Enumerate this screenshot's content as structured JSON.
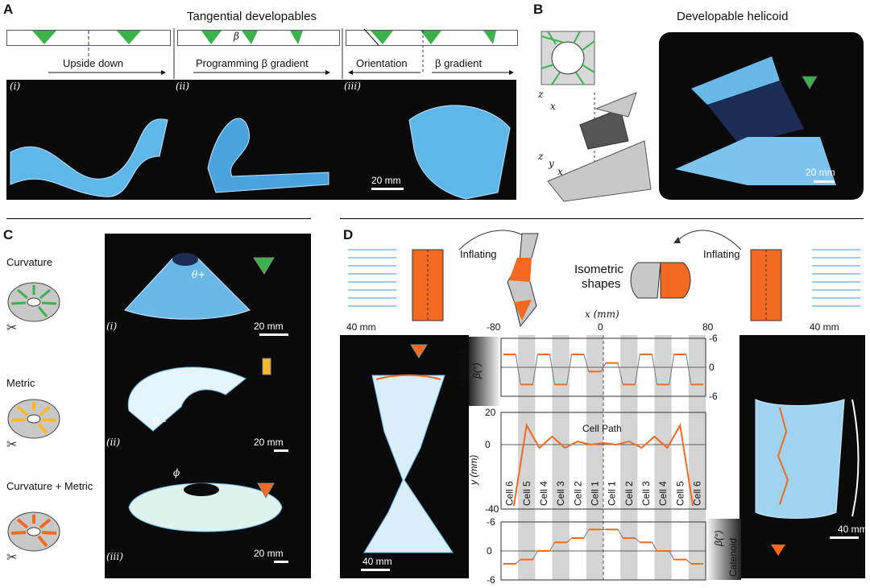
{
  "panelA": {
    "letter": "A",
    "title": "Tangential developables",
    "sub_i": "(i)",
    "sub_ii": "(ii)",
    "sub_iii": "(iii)",
    "arrow_1": "Upside down",
    "arrow_2": "Programming β gradient",
    "arrow_3a": "Orientation",
    "arrow_3b": "β gradient",
    "beta_symbol": "β",
    "scale": "20 mm"
  },
  "panelB": {
    "letter": "B",
    "title": "Developable helicoid",
    "axis_z": "z",
    "axis_x": "x",
    "axis_y": "y",
    "scale": "20 mm"
  },
  "panelC": {
    "letter": "C",
    "row1": "Curvature",
    "row2": "Metric",
    "row3": "Curvature + Metric",
    "sub_i": "(i)",
    "sub_ii": "(ii)",
    "sub_iii": "(iii)",
    "theta_plus": "θ+",
    "theta_minus": "θ−",
    "phi": "ϕ",
    "scale1": "20 mm",
    "scale2": "20 mm",
    "scale3": "20 mm"
  },
  "panelD": {
    "letter": "D",
    "inflating_left": "Inflating",
    "inflating_right": "Inflating",
    "iso_line1": "Isometric",
    "iso_line2": "shapes",
    "axis_x_label": "x (mm)",
    "x_ticks": [
      "-80",
      "0",
      "80"
    ],
    "scale_top_left": "40 mm",
    "scale_top_right": "40 mm",
    "scale_photo_left": "40 mm",
    "scale_photo_right": "40 mm",
    "side_helicoid": "Helicoid",
    "side_catenoid": "Catenoid",
    "beta_label": "β(°)",
    "top_y_ticks": [
      "-6",
      "0",
      "-6"
    ],
    "bot_y_ticks": [
      "-6",
      "0",
      "-6"
    ],
    "mid_y_label": "y (mm)",
    "mid_y_ticks": [
      "20",
      "0",
      "-40"
    ],
    "cell_path": "Cell Path",
    "cells": [
      "Cell 6",
      "Cell 5",
      "Cell 4",
      "Cell 3",
      "Cell 2",
      "Cell 1",
      "Cell 1",
      "Cell 2",
      "Cell 3",
      "Cell 4",
      "Cell 5",
      "Cell 6"
    ]
  },
  "colors": {
    "green": "#3bb34a",
    "orange": "#f26a21",
    "yellow": "#f5b82e",
    "blue": "#3b9bd8",
    "gray": "#c8c8c8"
  },
  "chart_data": [
    {
      "type": "line",
      "series": [
        {
          "values": [
            3,
            -4,
            3,
            -4,
            3,
            -1,
            1,
            -4,
            3,
            -4,
            3,
            -4
          ]
        }
      ],
      "ylim": [
        -6,
        6
      ]
    },
    {
      "type": "line",
      "title": "Cell Path",
      "ylabel": "y (mm)",
      "ylim": [
        -40,
        20
      ],
      "x": [
        -70,
        -60,
        -50,
        -40,
        -30,
        -20,
        -10,
        0,
        10,
        20,
        30,
        40,
        50,
        60,
        70
      ],
      "series": [
        {
          "values": [
            -38,
            12,
            -2,
            5,
            -2,
            2,
            0,
            1,
            0,
            2,
            -2,
            5,
            -2,
            12,
            -38
          ]
        }
      ]
    },
    {
      "type": "line",
      "series": [
        {
          "values": [
            -3,
            -2,
            0,
            2,
            3,
            5,
            5,
            3,
            2,
            0,
            -2,
            -3
          ]
        }
      ],
      "ylim": [
        -6,
        6
      ]
    }
  ]
}
